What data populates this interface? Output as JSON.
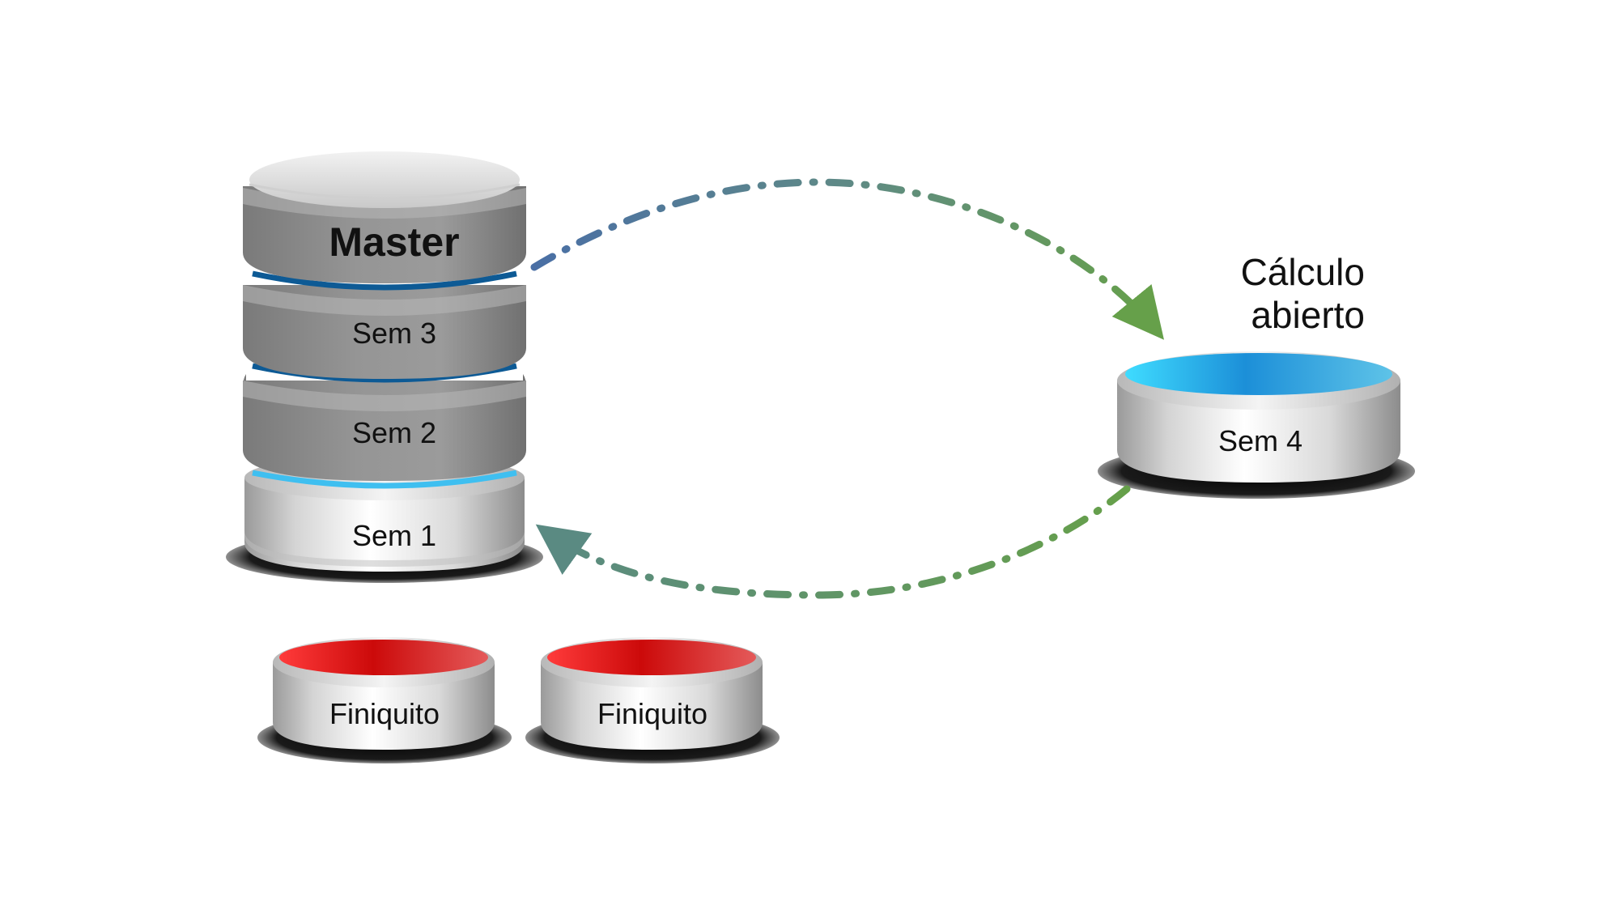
{
  "master_stack": {
    "master_label": "Master",
    "layers": [
      {
        "label": "Sem 3",
        "band_color": "#0d5a95"
      },
      {
        "label": "Sem 2",
        "band_color": "#0d5a95"
      },
      {
        "label": "Sem 1",
        "band_color": "#3fbff0"
      }
    ]
  },
  "open_calc": {
    "caption_line1": "Cálculo",
    "caption_line2": "abierto",
    "disk_label": "Sem 4",
    "liquid_color": "#1aa8ea"
  },
  "finiquitos": [
    {
      "label": "Finiquito",
      "liquid_color": "#d8181c"
    },
    {
      "label": "Finiquito",
      "liquid_color": "#d8181c"
    }
  ],
  "colors": {
    "arrow_blue": "#4f78a2",
    "arrow_green": "#66a04a",
    "arrow_teal": "#5a8a82",
    "disk_gray": "#8e8e8e",
    "disk_silver": "#d8d8d8"
  }
}
